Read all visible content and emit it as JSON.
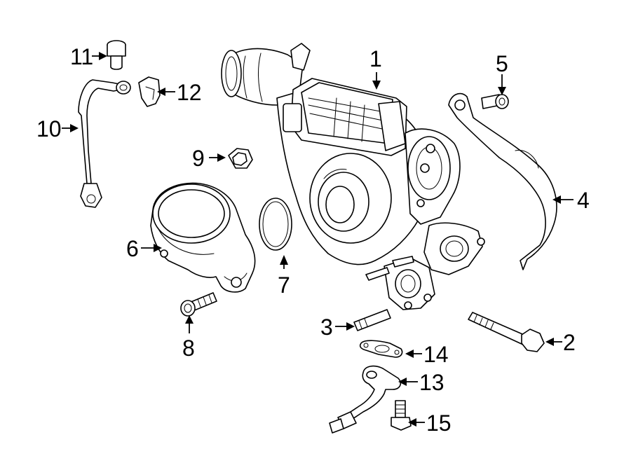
{
  "diagram": {
    "callouts": [
      "1",
      "2",
      "3",
      "4",
      "5",
      "6",
      "7",
      "8",
      "9",
      "10",
      "11",
      "12",
      "13",
      "14",
      "15"
    ]
  }
}
